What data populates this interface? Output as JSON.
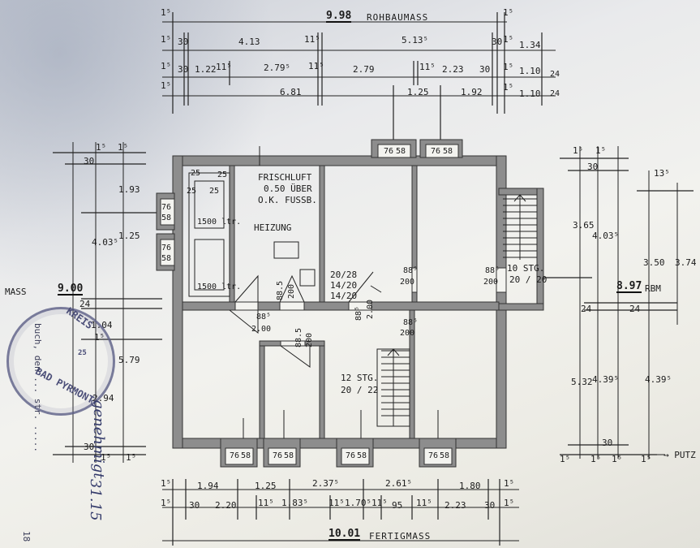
{
  "top": {
    "rohbau_total": "9.98",
    "rohbau_label": "ROHBAUMASS",
    "row1": [
      "1⁵",
      "30",
      "4.13",
      "11⁵",
      "5.13⁵",
      "30",
      "1⁵",
      "1.34"
    ],
    "row2": [
      "1⁵",
      "30",
      "1.22",
      "11⁵",
      "2.79⁵",
      "11⁵",
      "2.79",
      "11⁵",
      "2.23",
      "30",
      "1⁵",
      "1.10",
      "24"
    ],
    "row3": [
      "1⁵",
      "6.81",
      "1.25",
      "1.92",
      "1⁵",
      "1.10",
      "24"
    ],
    "top_1_5": "1⁵",
    "top_1_5_right": "1⁵"
  },
  "bottom": {
    "row1": [
      "1⁵",
      "1.94",
      "1.25",
      "2.37⁵",
      "2.61⁵",
      "1.80",
      "1⁵"
    ],
    "row2": [
      "1⁵",
      "30",
      "2.20",
      "11⁵",
      "1.83⁵",
      "11⁵",
      "1.70⁵",
      "11⁵",
      "95",
      "11⁵",
      "2.23",
      "30",
      "1⁵"
    ],
    "fertig_total": "10.01",
    "fertig_label": "FERTIGMASS"
  },
  "left": {
    "dims": [
      "1⁵",
      "1⁵",
      "30",
      "1.93",
      "1.25",
      "4.03⁵",
      "24",
      "1.04",
      "1⁵",
      "5.79",
      "2.94",
      "30",
      "1⁵",
      "1⁵"
    ],
    "mass_label": "MASS",
    "total": "9.00"
  },
  "right": {
    "dims": [
      "1⁵",
      "1⁵",
      "30",
      "13⁵",
      "3.65",
      "4.03⁵",
      "3.50",
      "3.74",
      "24",
      "24",
      "5.32",
      "4.39⁵",
      "4.39⁵",
      "30",
      "1⁵",
      "1⁵",
      "1⁵",
      "1⁵"
    ],
    "total": "8.97",
    "total_unit": "RBM",
    "putz": "→ PUTZ"
  },
  "rooms": {
    "frischluft": [
      "FRISCHLUFT",
      "0.50 ÜBER",
      "O.K. FUSSB."
    ],
    "heizung": "HEIZUNG",
    "tank1": "1500 ltr.",
    "tank2": "1500 ltr.",
    "stair_top": [
      "20/28",
      "14/20",
      "14/20"
    ],
    "stair_main": [
      "12 STG.",
      "20 / 22"
    ],
    "stair_right": [
      "10 STG.",
      "20 / 20"
    ],
    "small_25a": "25",
    "small_25b": "25",
    "small_25c": "25",
    "small_25d": "25"
  },
  "openings": {
    "window": [
      "76",
      "58"
    ],
    "door88": [
      "88⁵",
      "200"
    ],
    "door88b": [
      "88⁵",
      "2.00"
    ],
    "door885": [
      "88.5",
      "200"
    ]
  },
  "stamp": {
    "ring": "BAD PYRMONT",
    "top": "KREIS",
    "num": "25"
  },
  "handwriting": {
    "genehmigt": "genehmigt",
    "date": "31.15",
    "street": "buch, den ... str. .....",
    "num": "18"
  }
}
